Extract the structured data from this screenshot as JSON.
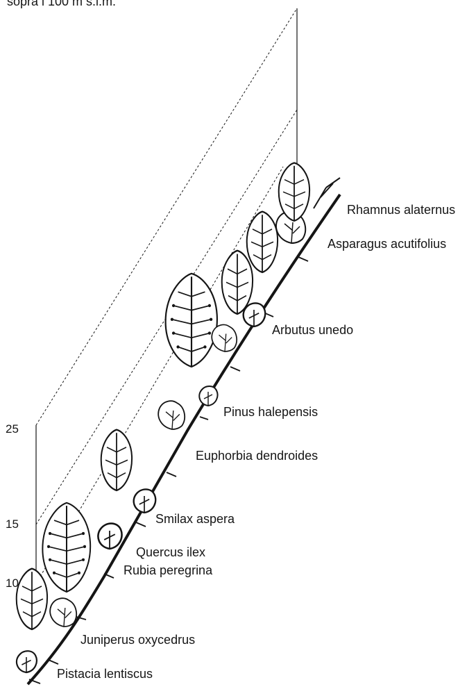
{
  "caption": "sopra i 100 m s.l.m.",
  "scale_ticks": [
    "25",
    "15",
    "10"
  ],
  "species": [
    "Rhamnus alaternus",
    "Asparagus acutifolius",
    "Arbutus unedo",
    "Pinus halepensis",
    "Euphorbia dendroides",
    "Smilax aspera",
    "Quercus ilex",
    "Rubia peregrina",
    "Juniperus oxycedrus",
    "Pistacia lentiscus"
  ],
  "colors": {
    "ink": "#151515",
    "background": "#ffffff"
  }
}
